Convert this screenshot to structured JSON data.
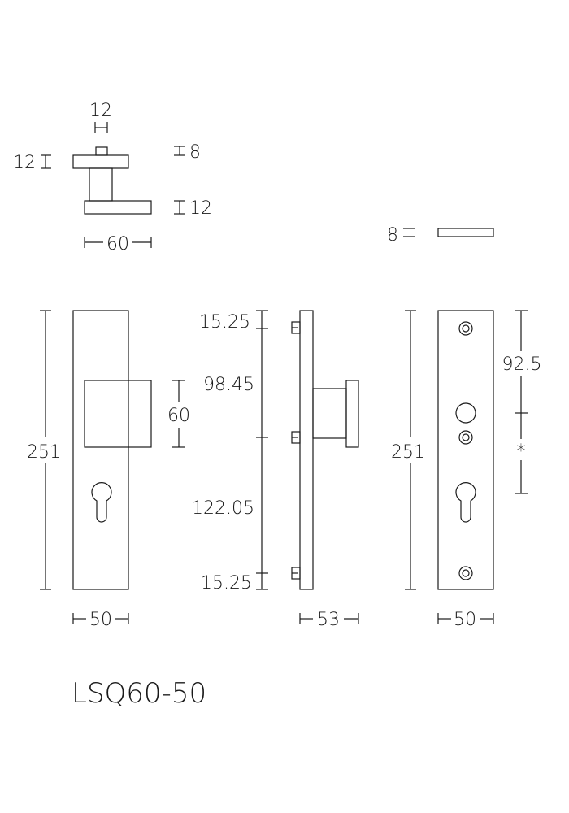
{
  "top_view": {
    "dim_width": "12",
    "dim_rose_thickness": "12",
    "dim_top_plate": "8",
    "dim_base_plate": "12",
    "dim_length": "60"
  },
  "plate_section": {
    "dim_thickness": "8"
  },
  "front_view": {
    "dim_height": "251",
    "dim_knob": "60",
    "dim_width": "50"
  },
  "side_view": {
    "dim_top": "15.25",
    "dim_upper": "98.45",
    "dim_lower": "122.05",
    "dim_bottom": "15.25",
    "dim_depth": "53"
  },
  "back_view": {
    "dim_height": "251",
    "dim_top": "92.5",
    "dim_star": "*",
    "dim_width": "50"
  },
  "product_code": "LSQ60-50"
}
